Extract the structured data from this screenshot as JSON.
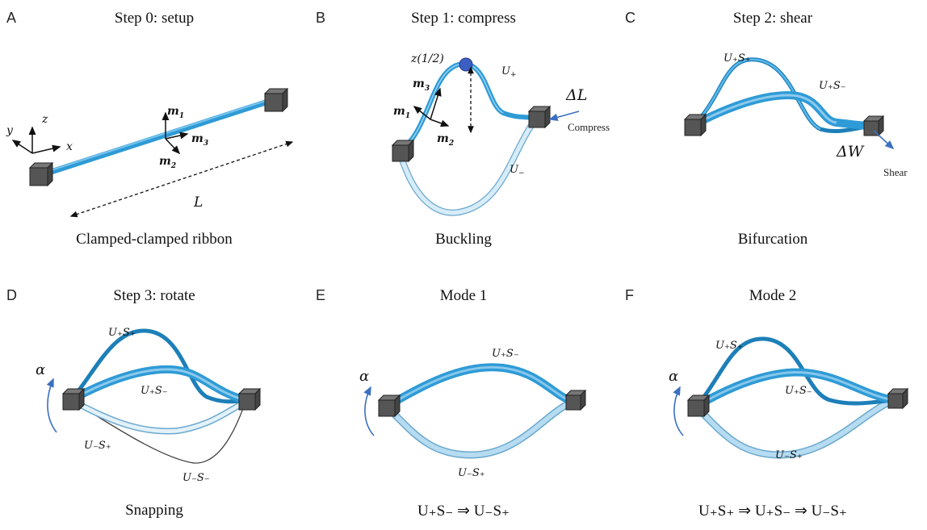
{
  "panels": {
    "A": {
      "letter": "A",
      "title": "Step 0: setup",
      "caption": "Clamped-clamped ribbon",
      "labels": {
        "y": "y",
        "z": "z",
        "x": "x",
        "m1": "m",
        "m3": "m",
        "m2": "m",
        "L": "L",
        "s1": "1",
        "s3": "3",
        "s2": "2"
      }
    },
    "B": {
      "letter": "B",
      "title": "Step 1: compress",
      "caption": "Buckling",
      "labels": {
        "z": "z(1/2)",
        "Uplus": "U",
        "Uminus": "U",
        "dL": "ΔL",
        "compress": "Compress",
        "m3": "m",
        "m1": "m",
        "m2": "m",
        "s3": "3",
        "s1": "1",
        "s2": "2",
        "plus": "+",
        "minus": "−"
      }
    },
    "C": {
      "letter": "C",
      "title": "Step 2: shear",
      "caption": "Bifurcation",
      "labels": {
        "UpSp": "U₊S₊",
        "UpSm": "U₊S₋",
        "dW": "ΔW",
        "shear": "Shear"
      }
    },
    "D": {
      "letter": "D",
      "title": "Step 3: rotate",
      "caption": "Snapping",
      "labels": {
        "UpSp": "U₊S₊",
        "UpSm": "U₊S₋",
        "UmSp": "U₋S₊",
        "UmSm": "U₋S₋",
        "alpha": "α"
      }
    },
    "E": {
      "letter": "E",
      "title": "Mode 1",
      "caption": "U₊S₋ ⇒ U₋S₊",
      "labels": {
        "UpSm": "U₊S₋",
        "UmSp": "U₋S₊",
        "alpha": "α"
      }
    },
    "F": {
      "letter": "F",
      "title": "Mode 2",
      "caption": "U₊S₊ ⇒ U₊S₋ ⇒ U₋S₊",
      "labels": {
        "UpSp": "U₊S₊",
        "UpSm": "U₊S₋",
        "UmSp": "U₋S₊",
        "alpha": "α"
      }
    }
  },
  "colors": {
    "ribbon": "#2e9bd6",
    "ribbon_light": "#a9d4ee",
    "block": "#555555",
    "arrow": "#3b6fc0"
  }
}
